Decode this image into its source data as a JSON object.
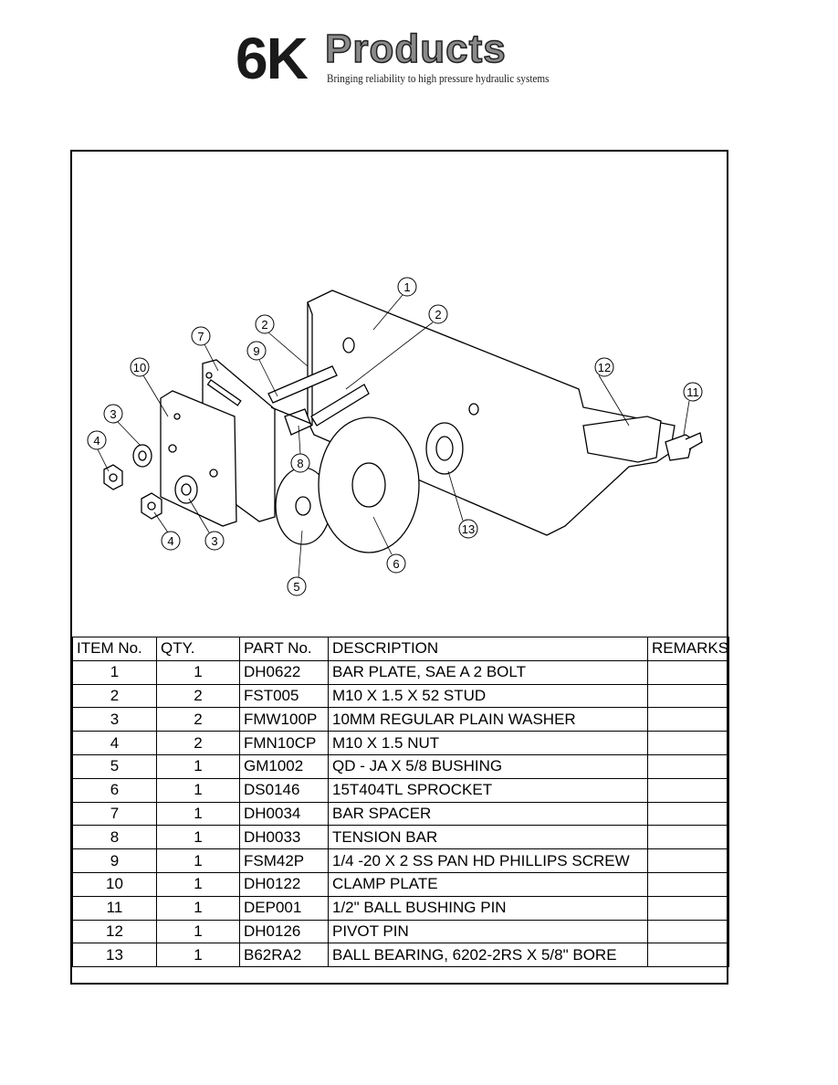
{
  "logo": {
    "brand_number": "6K",
    "brand_word": "Products",
    "tagline": "Bringing reliability to high pressure hydraulic systems"
  },
  "callouts": [
    "1",
    "2",
    "2",
    "3",
    "3",
    "4",
    "4",
    "5",
    "6",
    "7",
    "8",
    "9",
    "10",
    "11",
    "12",
    "13"
  ],
  "bom": {
    "headers": [
      "ITEM No.",
      "QTY.",
      "PART No.",
      "DESCRIPTION",
      "REMARKS"
    ],
    "rows": [
      {
        "item": "1",
        "qty": "1",
        "part": "DH0622",
        "desc": "BAR PLATE, SAE A 2 BOLT",
        "remarks": ""
      },
      {
        "item": "2",
        "qty": "2",
        "part": "FST005",
        "desc": "M10 X 1.5  X 52 STUD",
        "remarks": ""
      },
      {
        "item": "3",
        "qty": "2",
        "part": "FMW100P",
        "desc": "10MM REGULAR PLAIN WASHER",
        "remarks": ""
      },
      {
        "item": "4",
        "qty": "2",
        "part": "FMN10CP",
        "desc": "M10 X 1.5 NUT",
        "remarks": ""
      },
      {
        "item": "5",
        "qty": "1",
        "part": "GM1002",
        "desc": "QD - JA X 5/8 BUSHING",
        "remarks": ""
      },
      {
        "item": "6",
        "qty": "1",
        "part": "DS0146",
        "desc": "15T404TL SPROCKET",
        "remarks": ""
      },
      {
        "item": "7",
        "qty": "1",
        "part": "DH0034",
        "desc": "BAR SPACER",
        "remarks": ""
      },
      {
        "item": "8",
        "qty": "1",
        "part": "DH0033",
        "desc": "TENSION BAR",
        "remarks": ""
      },
      {
        "item": "9",
        "qty": "1",
        "part": "FSM42P",
        "desc": "1/4 -20 X 2 SS PAN HD PHILLIPS SCREW",
        "remarks": ""
      },
      {
        "item": "10",
        "qty": "1",
        "part": "DH0122",
        "desc": "CLAMP PLATE",
        "remarks": ""
      },
      {
        "item": "11",
        "qty": "1",
        "part": "DEP001",
        "desc": "1/2\" BALL BUSHING PIN",
        "remarks": ""
      },
      {
        "item": "12",
        "qty": "1",
        "part": "DH0126",
        "desc": "PIVOT PIN",
        "remarks": ""
      },
      {
        "item": "13",
        "qty": "1",
        "part": "B62RA2",
        "desc": "BALL BEARING, 6202-2RS X 5/8\" BORE",
        "remarks": ""
      }
    ]
  }
}
